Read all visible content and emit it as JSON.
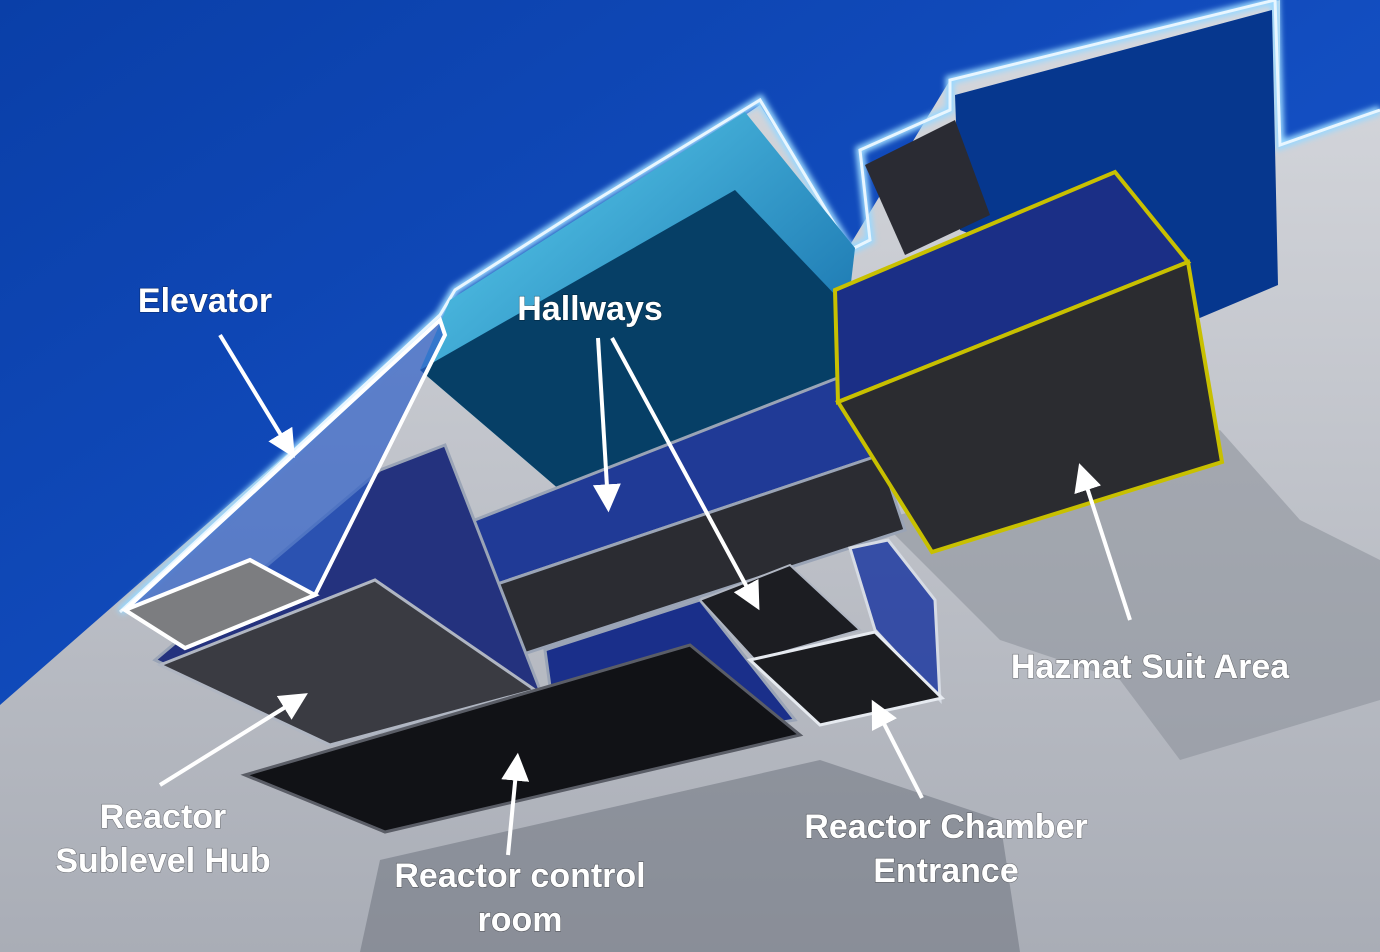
{
  "labels": {
    "elevator": "Elevator",
    "hallways": "Hallways",
    "hazmat": "Hazmat Suit Area",
    "hub_line1": "Reactor",
    "hub_line2": "Sublevel Hub",
    "control_line1": "Reactor control",
    "control_line2": "room",
    "chamber_line1": "Reactor Chamber",
    "chamber_line2": "Entrance"
  },
  "colors": {
    "sky": "#0a3fb0",
    "ground": "#b9bcc4",
    "outline_selected": "#c8c000",
    "outline_glow": "#9ad8ff",
    "arrow": "#ffffff"
  }
}
